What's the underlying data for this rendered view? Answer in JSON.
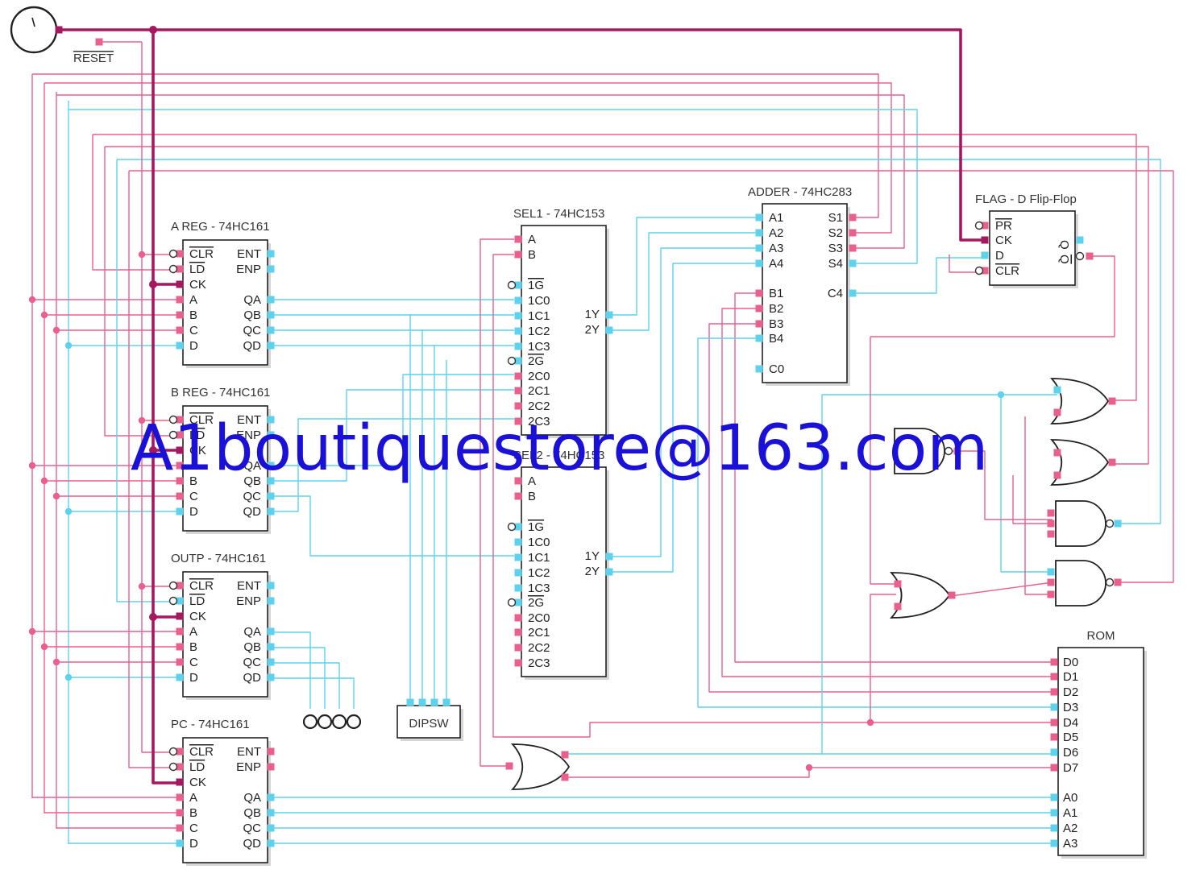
{
  "colors": {
    "pink": "#e9608f",
    "blue": "#5ed2ec",
    "clock": "#a3185f",
    "watermark": "#1a10d8"
  },
  "clock_source": {
    "icon": "clock-icon",
    "reset_label": "RESET"
  },
  "chips": {
    "areg": {
      "title": "A REG - 74HC161",
      "left": [
        "CLR",
        "LD",
        "CK",
        "A",
        "B",
        "C",
        "D"
      ],
      "right": [
        "ENT",
        "ENP",
        "QA",
        "QB",
        "QC",
        "QD"
      ]
    },
    "breg": {
      "title": "B REG - 74HC161",
      "left": [
        "CLR",
        "LD",
        "CK",
        "A",
        "B",
        "C",
        "D"
      ],
      "right": [
        "ENT",
        "ENP",
        "QA",
        "QB",
        "QC",
        "QD"
      ]
    },
    "outp": {
      "title": "OUTP - 74HC161",
      "left": [
        "CLR",
        "LD",
        "CK",
        "A",
        "B",
        "C",
        "D"
      ],
      "right": [
        "ENT",
        "ENP",
        "QA",
        "QB",
        "QC",
        "QD"
      ]
    },
    "pc": {
      "title": "PC - 74HC161",
      "left": [
        "CLR",
        "LD",
        "CK",
        "A",
        "B",
        "C",
        "D"
      ],
      "right": [
        "ENT",
        "ENP",
        "QA",
        "QB",
        "QC",
        "QD"
      ]
    },
    "sel1": {
      "title": "SEL1 - 74HC153",
      "left": [
        "A",
        "B",
        "1G",
        "1C0",
        "1C1",
        "1C2",
        "1C3",
        "2G",
        "2C0",
        "2C1",
        "2C2",
        "2C3"
      ],
      "right": [
        "1Y",
        "2Y"
      ]
    },
    "sel2": {
      "title": "SEL2 - 74HC153",
      "left": [
        "A",
        "B",
        "1G",
        "1C0",
        "1C1",
        "1C2",
        "1C3",
        "2G",
        "2C0",
        "2C1",
        "2C2",
        "2C3"
      ],
      "right": [
        "1Y",
        "2Y"
      ]
    },
    "adder": {
      "title": "ADDER - 74HC283",
      "left": [
        "A1",
        "A2",
        "A3",
        "A4",
        "B1",
        "B2",
        "B3",
        "B4",
        "C0"
      ],
      "right": [
        "S1",
        "S2",
        "S3",
        "S4",
        "C4"
      ]
    },
    "flag": {
      "title": "FLAG - D Flip-Flop",
      "left": [
        "PR",
        "CK",
        "D",
        "CLR"
      ],
      "right": [
        "Q",
        "Q"
      ]
    },
    "rom": {
      "title": "ROM",
      "left": [
        "D0",
        "D1",
        "D2",
        "D3",
        "D4",
        "D5",
        "D6",
        "D7",
        "A0",
        "A1",
        "A2",
        "A3"
      ]
    },
    "dipsw": {
      "title": "DIPSW"
    }
  },
  "watermark": "A1boutiquestore@163.com"
}
